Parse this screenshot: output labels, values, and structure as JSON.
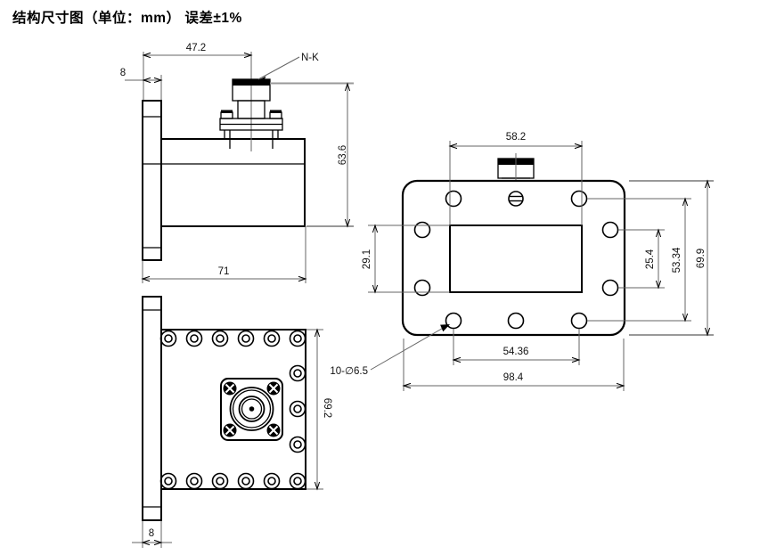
{
  "title": "结构尺寸图（单位：mm） 误差±1%",
  "drawing": {
    "side_view": {
      "connector_offset": "47.2",
      "flange_thickness": "8",
      "height": "63.6",
      "length": "71",
      "connector_label": "N-K"
    },
    "front_view": {
      "body_size": "69.2",
      "flange_thickness": "8"
    },
    "face_view": {
      "aperture_width": "58.2",
      "aperture_height": "29.1",
      "side_hole_pitch": "25.4",
      "hole_row_span": "53.34",
      "flange_height": "69.9",
      "bottom_hole_pitch": "54.36",
      "flange_width": "98.4",
      "hole_callout": "10-∅6.5"
    }
  },
  "colors": {
    "outline": "#000000",
    "dimension_line": "#666666",
    "extension_heavy": "#999999",
    "background": "#ffffff"
  }
}
